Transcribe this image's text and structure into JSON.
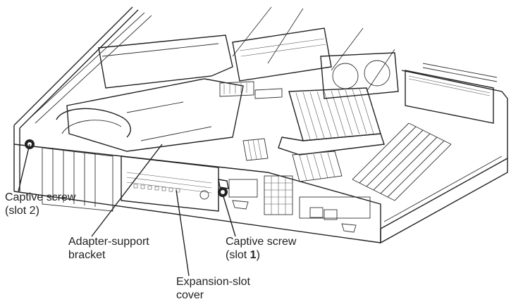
{
  "callouts": {
    "captive_screw_slot2": {
      "line1": "Captive screw",
      "line2": "(slot 2)"
    },
    "adapter_support_bracket": {
      "line1": "Adapter-support",
      "line2": "bracket"
    },
    "captive_screw_slot1": {
      "line1": "Captive screw",
      "line2_prefix": "(slot ",
      "line2_num": "1",
      "line2_suffix": ")"
    },
    "expansion_slot_cover": {
      "line1": "Expansion-slot",
      "line2": "cover"
    }
  }
}
